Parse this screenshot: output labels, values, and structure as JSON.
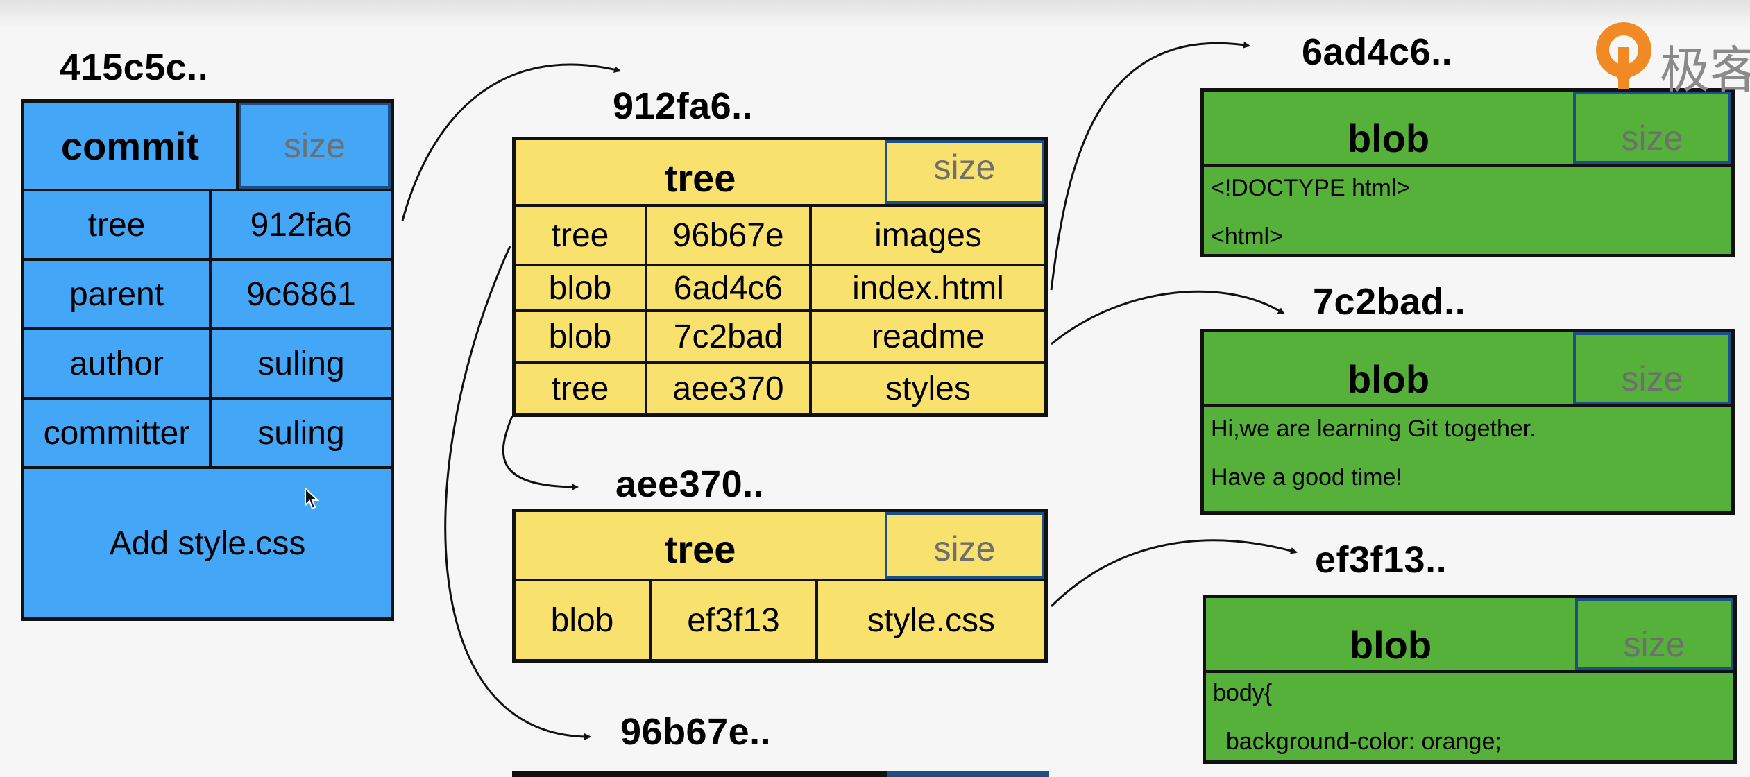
{
  "commit": {
    "hash": "415c5c..",
    "type": "commit",
    "size": "size",
    "rows": [
      {
        "key": "tree",
        "value": "912fa6"
      },
      {
        "key": "parent",
        "value": "9c6861"
      },
      {
        "key": "author",
        "value": "suling"
      },
      {
        "key": "committer",
        "value": "suling"
      }
    ],
    "message": "Add style.css"
  },
  "tree_main": {
    "hash": "912fa6..",
    "type": "tree",
    "size": "size",
    "rows": [
      {
        "kind": "tree",
        "id": "96b67e",
        "name": "images"
      },
      {
        "kind": "blob",
        "id": "6ad4c6",
        "name": "index.html"
      },
      {
        "kind": "blob",
        "id": "7c2bad",
        "name": "readme"
      },
      {
        "kind": "tree",
        "id": "aee370",
        "name": "styles"
      }
    ]
  },
  "tree_styles": {
    "hash": "aee370..",
    "type": "tree",
    "size": "size",
    "rows": [
      {
        "kind": "blob",
        "id": "ef3f13",
        "name": "style.css"
      }
    ]
  },
  "tree_images": {
    "hash": "96b67e.."
  },
  "blob_index": {
    "hash": "6ad4c6..",
    "type": "blob",
    "size": "size",
    "lines": [
      "<!DOCTYPE html>",
      "<html>"
    ]
  },
  "blob_readme": {
    "hash": "7c2bad..",
    "type": "blob",
    "size": "size",
    "lines": [
      "Hi,we are learning Git together.",
      "Have a good time!"
    ]
  },
  "blob_style": {
    "hash": "ef3f13..",
    "type": "blob",
    "size": "size",
    "lines": [
      "body{",
      "  background-color: orange;"
    ]
  },
  "logo": {
    "text": "极客"
  },
  "colors": {
    "commit": "#44a6f7",
    "tree": "#f8e26d",
    "blob": "#55b13a",
    "size_border": "#1d4f87"
  }
}
